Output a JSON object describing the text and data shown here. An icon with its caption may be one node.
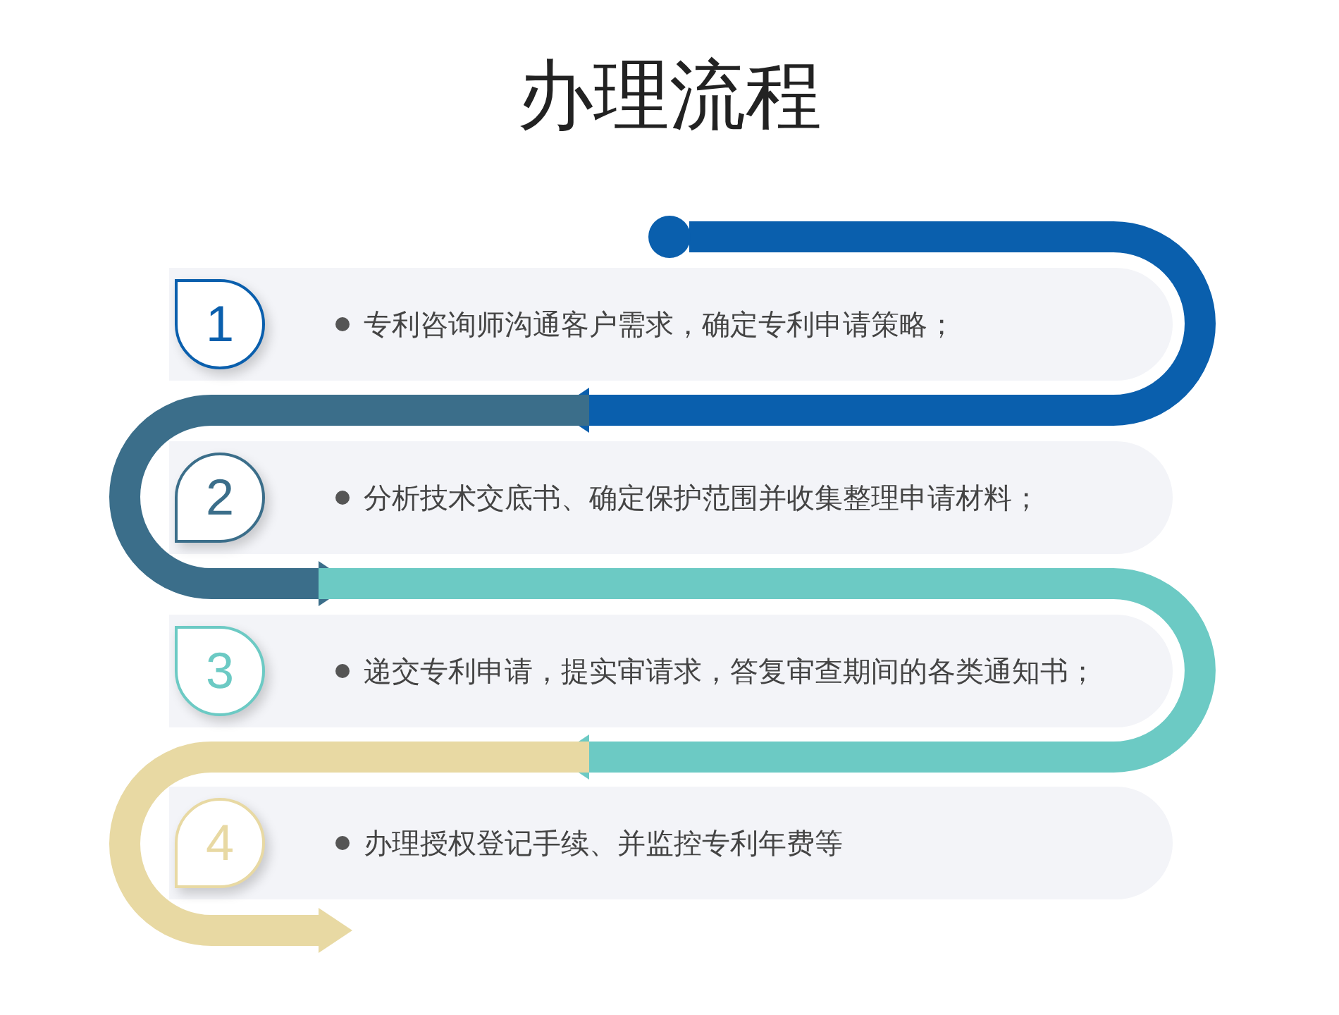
{
  "diagram": {
    "title": "办理流程",
    "nodes": [
      {
        "text": [],
        "shape": "circle"
      },
      {
        "text": [
          "1",
          "专利咨询师沟通客户需求，确定专利申请策略；"
        ]
      },
      {
        "text": [
          "2",
          "分析技术交底书、确定保护范围并收集整理申请材料；"
        ]
      },
      {
        "text": [
          "3",
          "递交专利申请，提实审请求，答复审查期间的各类通知书；"
        ]
      },
      {
        "text": [
          "4",
          "办理授权登记手续、并监控专利年费等"
        ]
      }
    ],
    "edges": [
      {
        "from": 0,
        "to": 1,
        "arrow": "to",
        "color": "#0a5fad"
      },
      {
        "from": 1,
        "to": 2,
        "arrow": "to",
        "color": "#3b6e8a"
      },
      {
        "from": 2,
        "to": 3,
        "arrow": "to",
        "color": "#6ccac4"
      },
      {
        "from": 3,
        "to": 4,
        "arrow": "to",
        "color": "#e8d9a3"
      }
    ]
  }
}
